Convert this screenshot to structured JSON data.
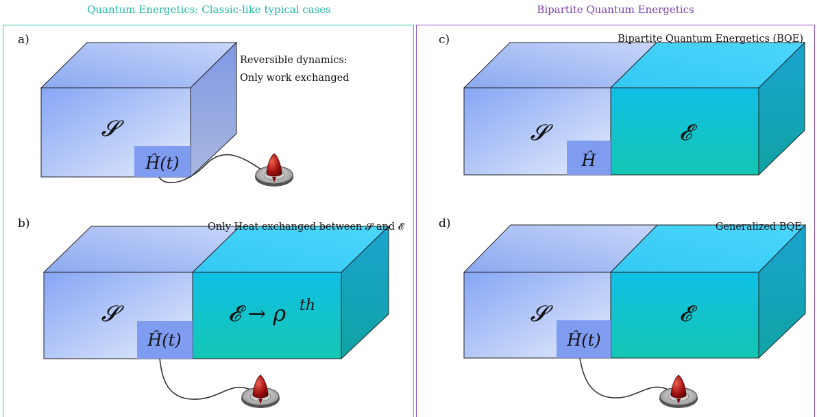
{
  "headers": {
    "left": "Quantum Energetics: Classic-like typical cases",
    "right": "Bipartite Quantum Energetics"
  },
  "panels": {
    "a": {
      "label": "a)",
      "note_line1": "Reversible dynamics:",
      "note_line2": "Only work exchanged",
      "system_symbol": "𝓢",
      "hamiltonian": "Ĥ(t)"
    },
    "b": {
      "label": "b)",
      "note": "Only Heat exchanged between 𝓢 and 𝓔",
      "system_symbol": "𝓢",
      "environment_symbol": "𝓔 → ρ",
      "environment_superscript": "th",
      "hamiltonian": "Ĥ(t)"
    },
    "c": {
      "label": "c)",
      "note": "Bipartite Quantum Energetics (BQE)",
      "system_symbol": "𝓢",
      "environment_symbol": "𝓔",
      "hamiltonian": "Ĥ"
    },
    "d": {
      "label": "d)",
      "note": "Generalized BQE",
      "system_symbol": "𝓢",
      "environment_symbol": "𝓔",
      "hamiltonian": "Ĥ(t)"
    }
  },
  "colors": {
    "left_frame": "#2ec4b0",
    "right_frame": "#8a4ec0",
    "system_front": "#9ab4f2",
    "environment_front": "#1cc6cc",
    "hamiltonian_box": "#7f9cf0"
  }
}
